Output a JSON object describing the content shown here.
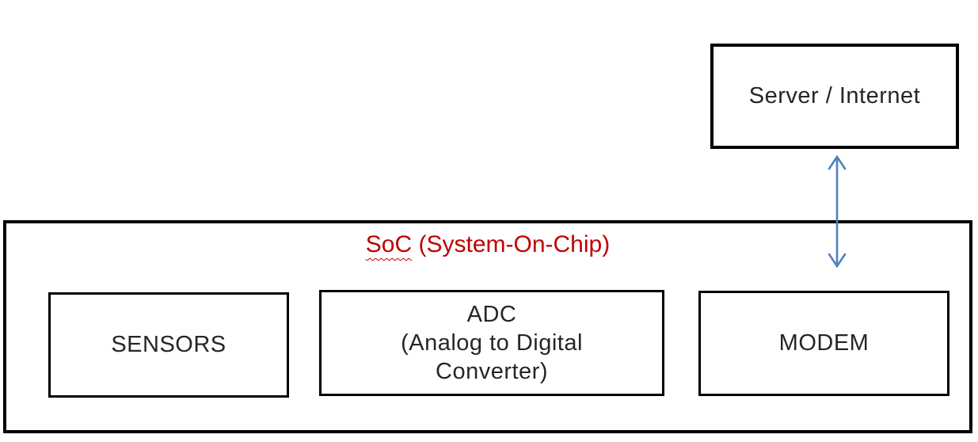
{
  "diagram": {
    "server": {
      "label": "Server / Internet"
    },
    "connection": {
      "kind": "bidirectional-vertical-arrow",
      "color": "#4F81BD"
    },
    "soc": {
      "title_word": "SoC",
      "title_rest": " (System-On-Chip)",
      "title_color": "#C00000",
      "blocks": [
        {
          "id": "sensors",
          "label": "SENSORS"
        },
        {
          "id": "adc",
          "label_lines": [
            "ADC",
            "(Analog to Digital",
            "Converter)"
          ]
        },
        {
          "id": "modem",
          "label": "MODEM"
        }
      ]
    },
    "colors": {
      "border": "#000000",
      "background": "#FFFFFF"
    }
  }
}
